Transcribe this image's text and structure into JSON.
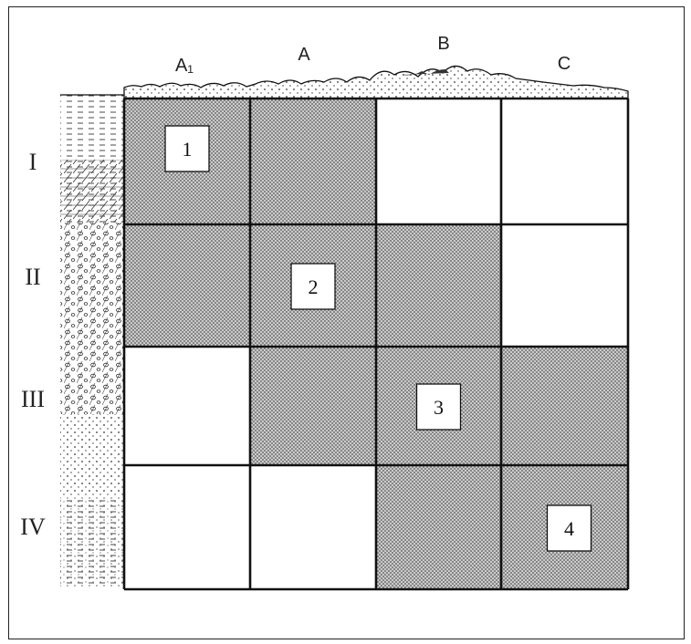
{
  "columns": [
    "A₁",
    "A",
    "B",
    "C"
  ],
  "rows": [
    "I",
    "II",
    "III",
    "IV"
  ],
  "grid": [
    [
      1,
      1,
      0,
      0
    ],
    [
      1,
      1,
      1,
      0
    ],
    [
      0,
      1,
      1,
      1
    ],
    [
      0,
      0,
      1,
      1
    ]
  ],
  "cell_labels": [
    {
      "row": 0,
      "col": 0,
      "text": "1"
    },
    {
      "row": 1,
      "col": 1,
      "text": "2"
    },
    {
      "row": 2,
      "col": 2,
      "text": "3"
    },
    {
      "row": 3,
      "col": 3,
      "text": "4"
    }
  ],
  "colors": {
    "hatch": "#555555",
    "line": "#111111",
    "paper": "#ffffff"
  }
}
